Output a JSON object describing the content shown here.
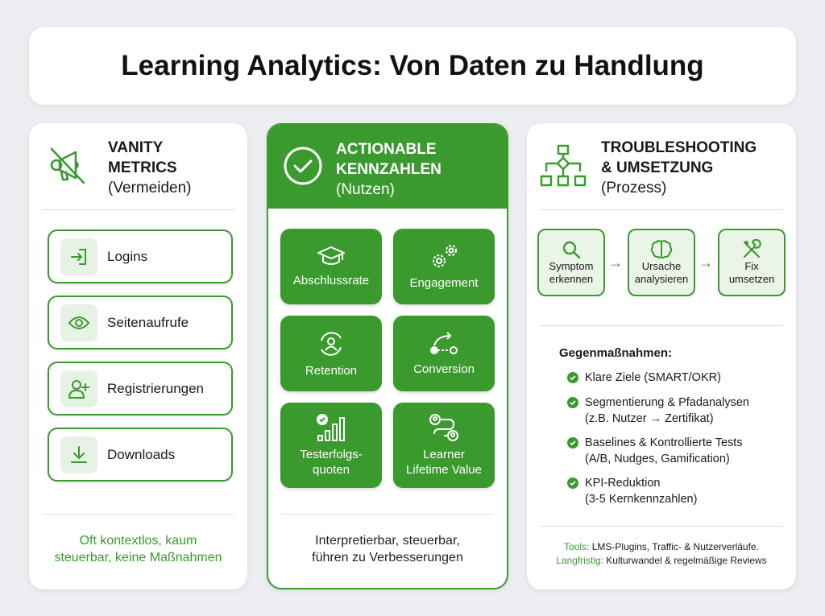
{
  "title": "Learning Analytics: Von Daten zu Handlung",
  "vanity": {
    "title1": "VANITY",
    "title2": "METRICS",
    "subtitle": "(Vermeiden)",
    "items": [
      {
        "label": "Logins",
        "icon": "login-icon"
      },
      {
        "label": "Seitenaufrufe",
        "icon": "eye-icon"
      },
      {
        "label": "Registrierungen",
        "icon": "user-plus-icon"
      },
      {
        "label": "Downloads",
        "icon": "download-icon"
      }
    ],
    "footer1": "Oft kontextlos, kaum",
    "footer2": "steuerbar, keine Maßnahmen"
  },
  "actionable": {
    "title1": "ACTIONABLE",
    "title2": "KENNZAHLEN",
    "subtitle": "(Nutzen)",
    "tiles": [
      {
        "label": "Abschlussrate",
        "icon": "graduation-cap-icon"
      },
      {
        "label": "Engagement",
        "icon": "gears-icon"
      },
      {
        "label": "Retention",
        "icon": "user-cycle-icon"
      },
      {
        "label": "Conversion",
        "icon": "conversion-path-icon"
      },
      {
        "label1": "Testerfolgs-",
        "label2": "quoten",
        "icon": "bar-chart-check-icon"
      },
      {
        "label1": "Learner",
        "label2": "Lifetime Value",
        "icon": "users-flow-icon"
      }
    ],
    "footer1": "Interpretierbar, steuerbar,",
    "footer2": "führen zu Verbesserungen"
  },
  "troubleshooting": {
    "title1": "TROUBLESHOOTING",
    "title2": "& UMSETZUNG",
    "subtitle": "(Prozess)",
    "steps": [
      {
        "l1": "Symptom",
        "l2": "erkennen"
      },
      {
        "l1": "Ursache",
        "l2": "analysieren"
      },
      {
        "l1": "Fix",
        "l2": "umsetzen"
      }
    ],
    "countermeasures_title": "Gegenmaßnahmen:",
    "countermeasures": [
      {
        "l1": "Klare Ziele (SMART/OKR)"
      },
      {
        "l1": "Segmentierung & Pfadanalysen",
        "l2": "(z.B. Nutzer → Zertifikat)"
      },
      {
        "l1": "Baselines & Kontrollierte Tests",
        "l2": "(A/B, Nudges, Gamification)"
      },
      {
        "l1": "KPI-Reduktion",
        "l2": "(3-5 Kernkennzahlen)"
      }
    ],
    "tools_label": "Tools:",
    "tools_text": " LMS-Plugins, Traffic- & Nutzerverläufe.",
    "long_label": "Langfristig:",
    "long_text": " Kulturwandel & regelmäßige Reviews"
  },
  "colors": {
    "accent": "#3a9a2e",
    "background": "#eceef2"
  }
}
